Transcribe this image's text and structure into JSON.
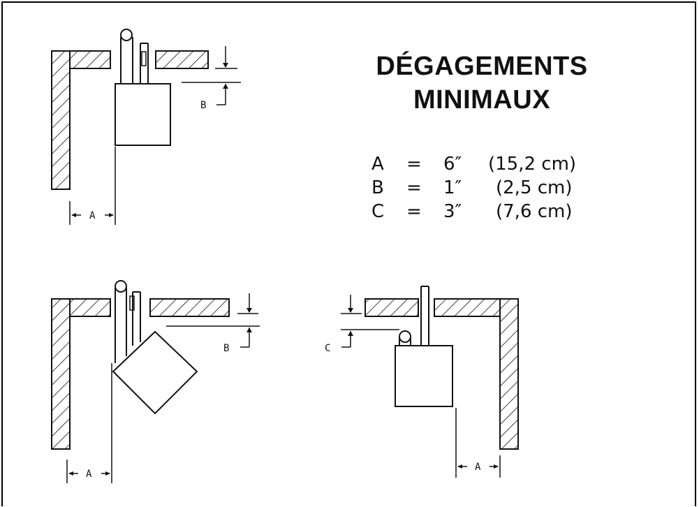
{
  "title": {
    "line1": "DÉGAGEMENTS",
    "line2": "MINIMAUX"
  },
  "clearances": [
    {
      "letter": "A",
      "eq": "=",
      "inches": "6″",
      "metric": "(15,2 cm)"
    },
    {
      "letter": "B",
      "eq": "=",
      "inches": "1″",
      "metric": "(2,5 cm)"
    },
    {
      "letter": "C",
      "eq": "=",
      "inches": "3″",
      "metric": "(7,6 cm)"
    }
  ],
  "dimension_labels": {
    "fig1_a": "A",
    "fig1_b": "B",
    "fig2_a": "A",
    "fig2_b": "B",
    "fig3_a": "A",
    "fig3_c": "C"
  },
  "colors": {
    "ink": "#111111",
    "background": "#ffffff"
  }
}
